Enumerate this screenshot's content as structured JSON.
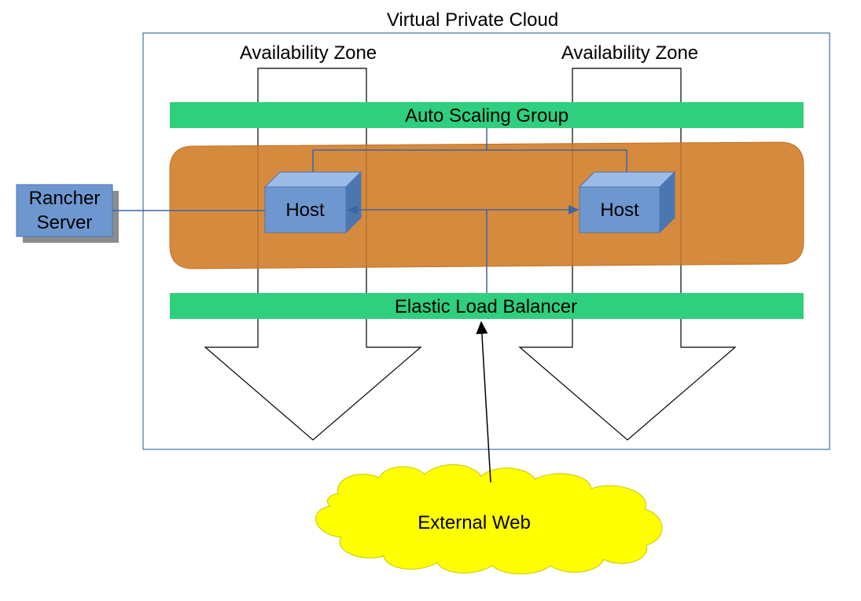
{
  "vpc": {
    "label": "Virtual Private Cloud"
  },
  "availability_zones": [
    {
      "label": "Availability Zone"
    },
    {
      "label": "Availability Zone"
    }
  ],
  "auto_scaling_group": {
    "label": "Auto Scaling Group"
  },
  "hosts": [
    {
      "label": "Host"
    },
    {
      "label": "Host"
    }
  ],
  "rancher_server": {
    "line1": "Rancher",
    "line2": "Server"
  },
  "load_balancer": {
    "label": "Elastic Load Balancer"
  },
  "external_web": {
    "label": "External Web"
  },
  "colors": {
    "vpc_border": "#4472a8",
    "green_bar": "#2ecf7e",
    "orange_region": "#d48434",
    "host_box": "#6e97d0",
    "host_top": "#9cbbe6",
    "host_side": "#4c76b0",
    "cloud": "#ffff00",
    "connector": "#3a66a6"
  }
}
